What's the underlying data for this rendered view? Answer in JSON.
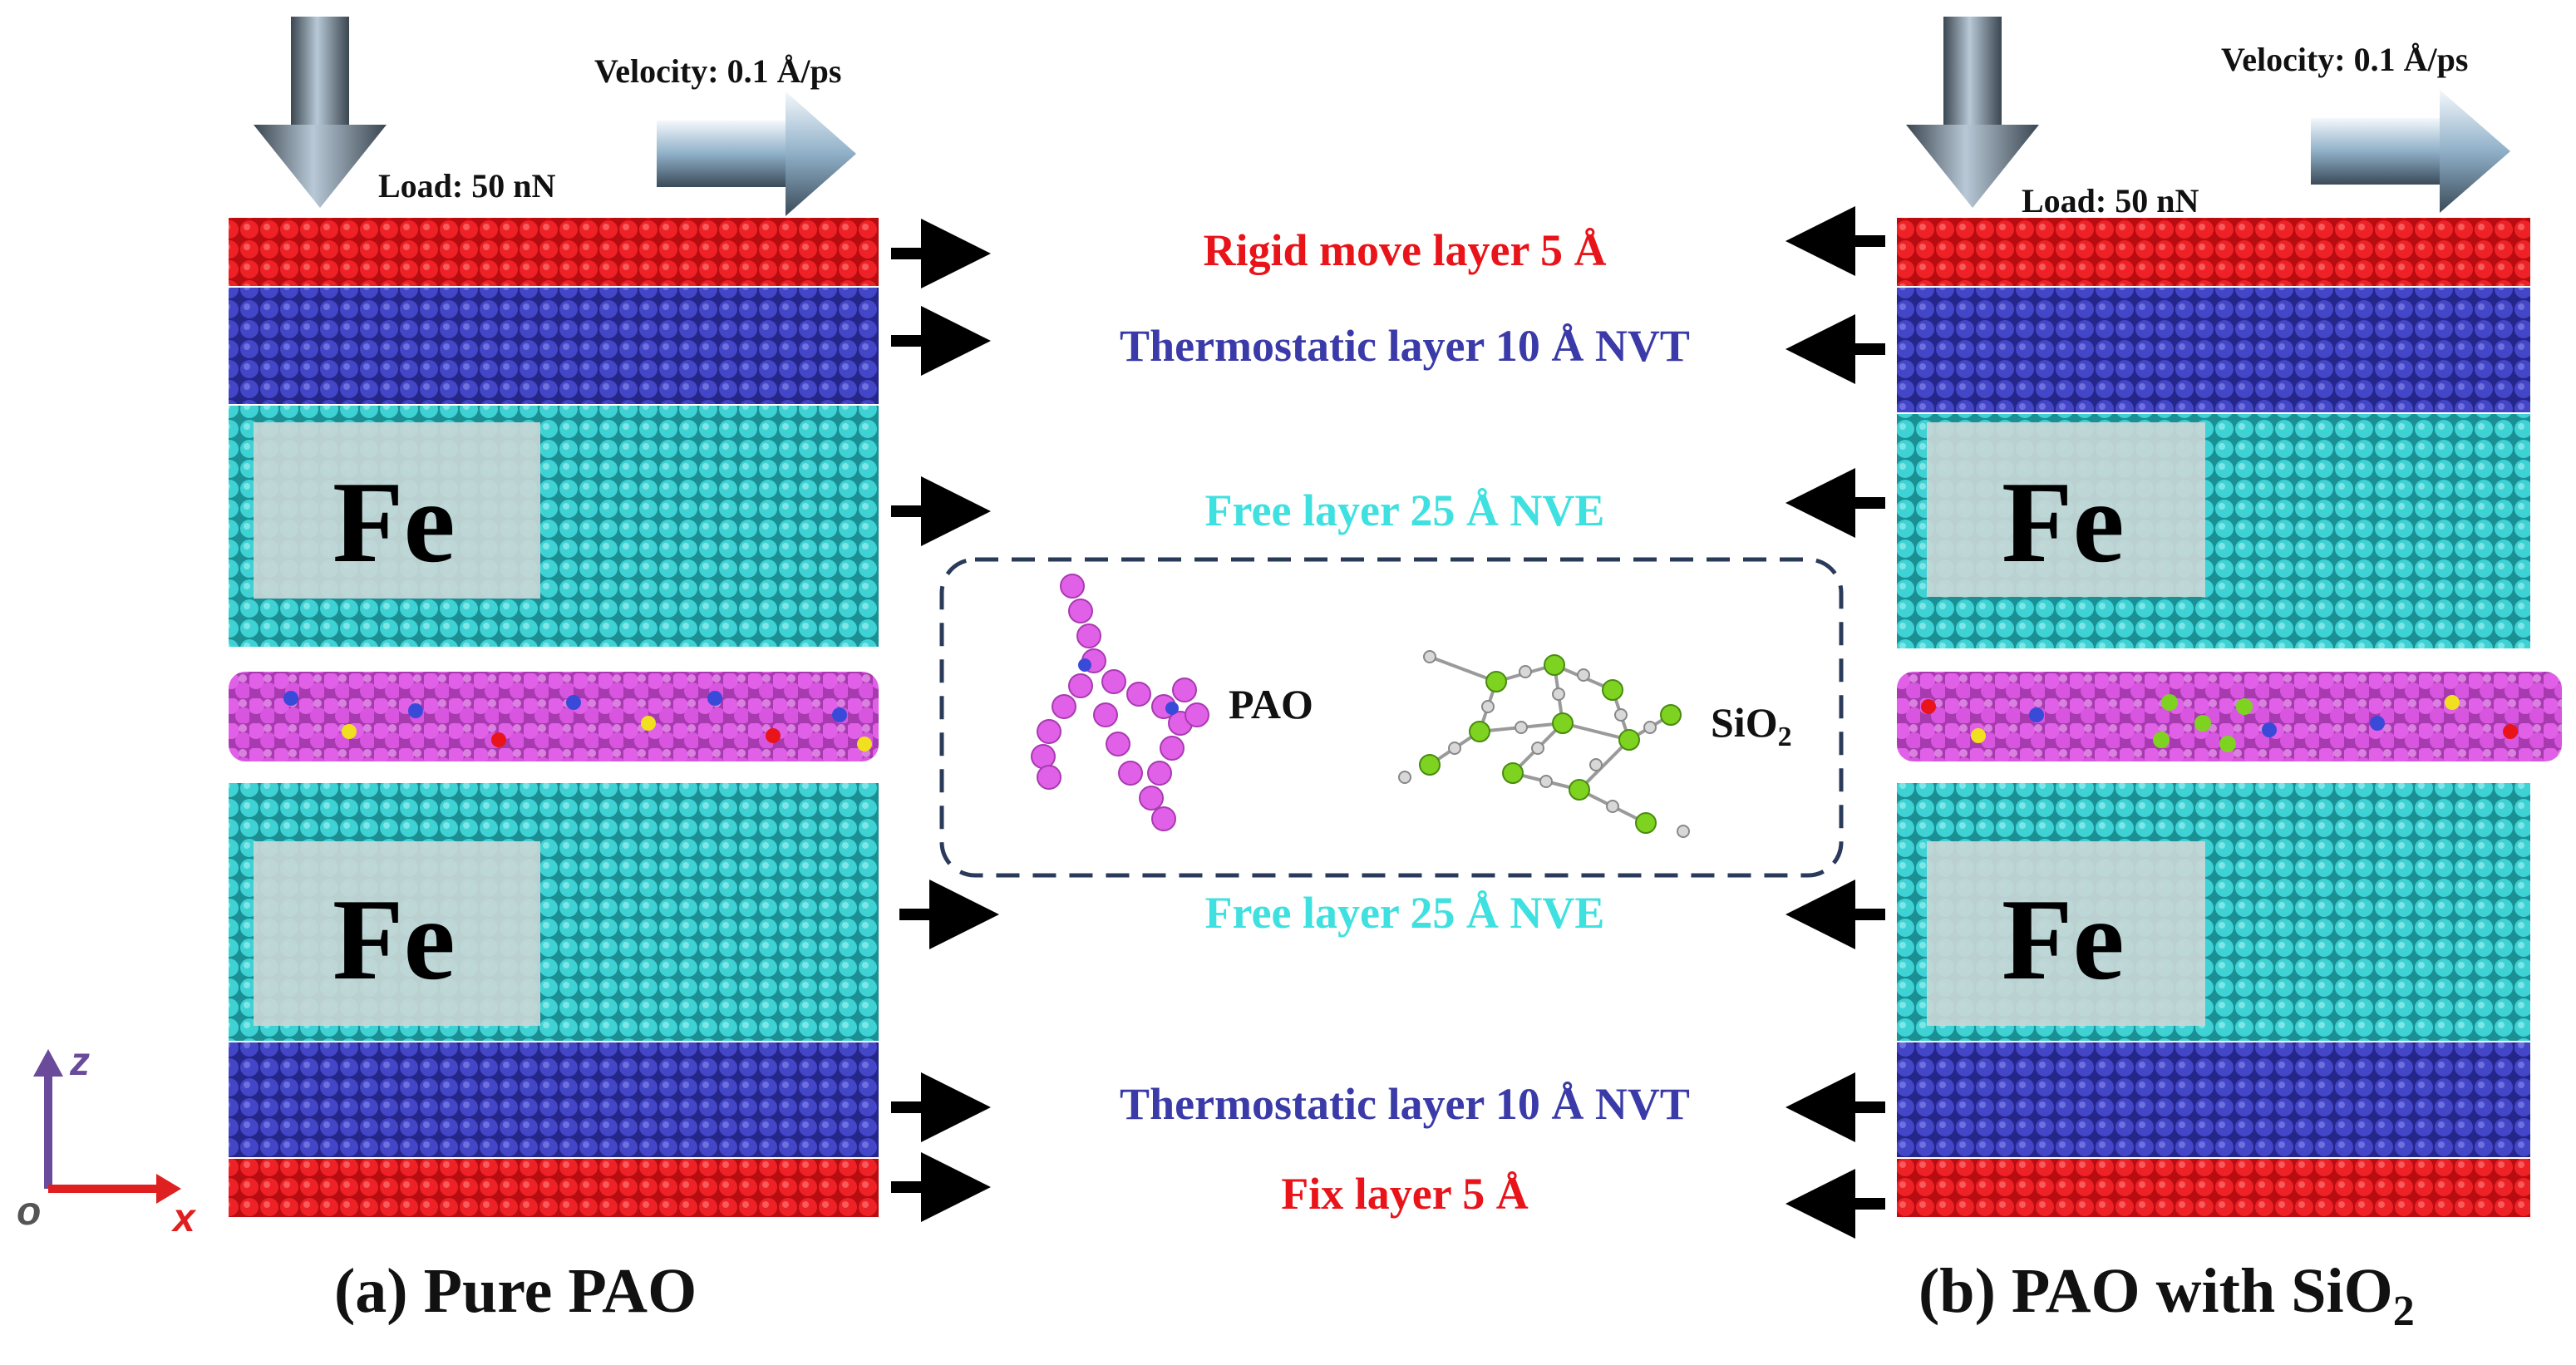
{
  "left_panel": {
    "velocity": "Velocity: 0.1 Å/ps",
    "load": "Load: 50 nN",
    "fe_top": "Fe",
    "fe_bottom": "Fe",
    "caption": "(a) Pure PAO"
  },
  "right_panel": {
    "velocity": "Velocity: 0.1 Å/ps",
    "load": "Load: 50 nN",
    "fe_top": "Fe",
    "fe_bottom": "Fe",
    "caption_main": "(b) PAO with SiO",
    "caption_sub": "2"
  },
  "layers": {
    "rigid": "Rigid move layer 5 Å",
    "thermo_top": "Thermostatic layer 10 Å NVT",
    "free_top": "Free layer 25 Å NVE",
    "free_bottom": "Free layer 25 Å NVE",
    "thermo_bottom": "Thermostatic layer 10 Å NVT",
    "fix": "Fix layer 5 Å"
  },
  "inset": {
    "pao": "PAO",
    "sio2_main": "SiO",
    "sio2_sub": "2"
  },
  "axes": {
    "z": "z",
    "x": "x",
    "o": "o"
  },
  "colors": {
    "rigid": "#e8141a",
    "thermo": "#3b3dbf",
    "free": "#3ecfcf",
    "pao": "#e060e8",
    "sio2_si": "#7ed321",
    "label_rigid": "#e8141a",
    "label_thermo": "#3a3aa8",
    "label_free": "#3fe0e0",
    "axis_z": "#6a4a9a",
    "axis_x": "#e02020"
  }
}
